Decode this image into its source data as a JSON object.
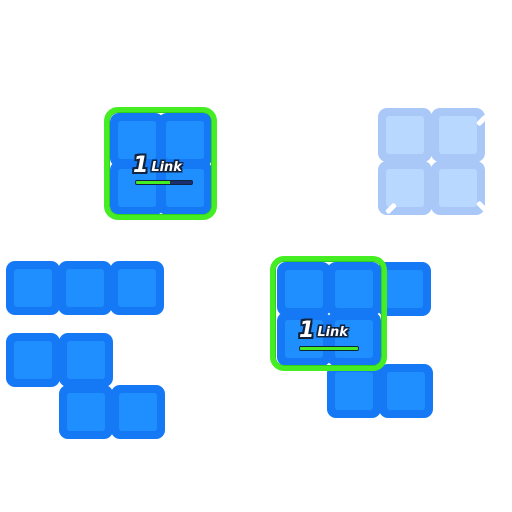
{
  "board": {
    "background_color": "#ffffff",
    "tile_color": "#1579f6",
    "tile_inner_color": "#1f8fff",
    "ghost_tile_color": "#a9c8f7",
    "link_frame_color": "#44ee22"
  },
  "pieces": [
    {
      "name": "square-block",
      "state": "linked"
    },
    {
      "name": "square-block-ghost",
      "state": "ghost-preview"
    },
    {
      "name": "horizontal-line-block",
      "state": "normal"
    },
    {
      "name": "z-block",
      "state": "normal"
    },
    {
      "name": "combo-block",
      "state": "linked"
    }
  ],
  "link_labels": [
    {
      "count": "1",
      "word": "Link",
      "progress": 0.6
    },
    {
      "count": "1",
      "word": "Link",
      "progress": 1.0
    }
  ]
}
